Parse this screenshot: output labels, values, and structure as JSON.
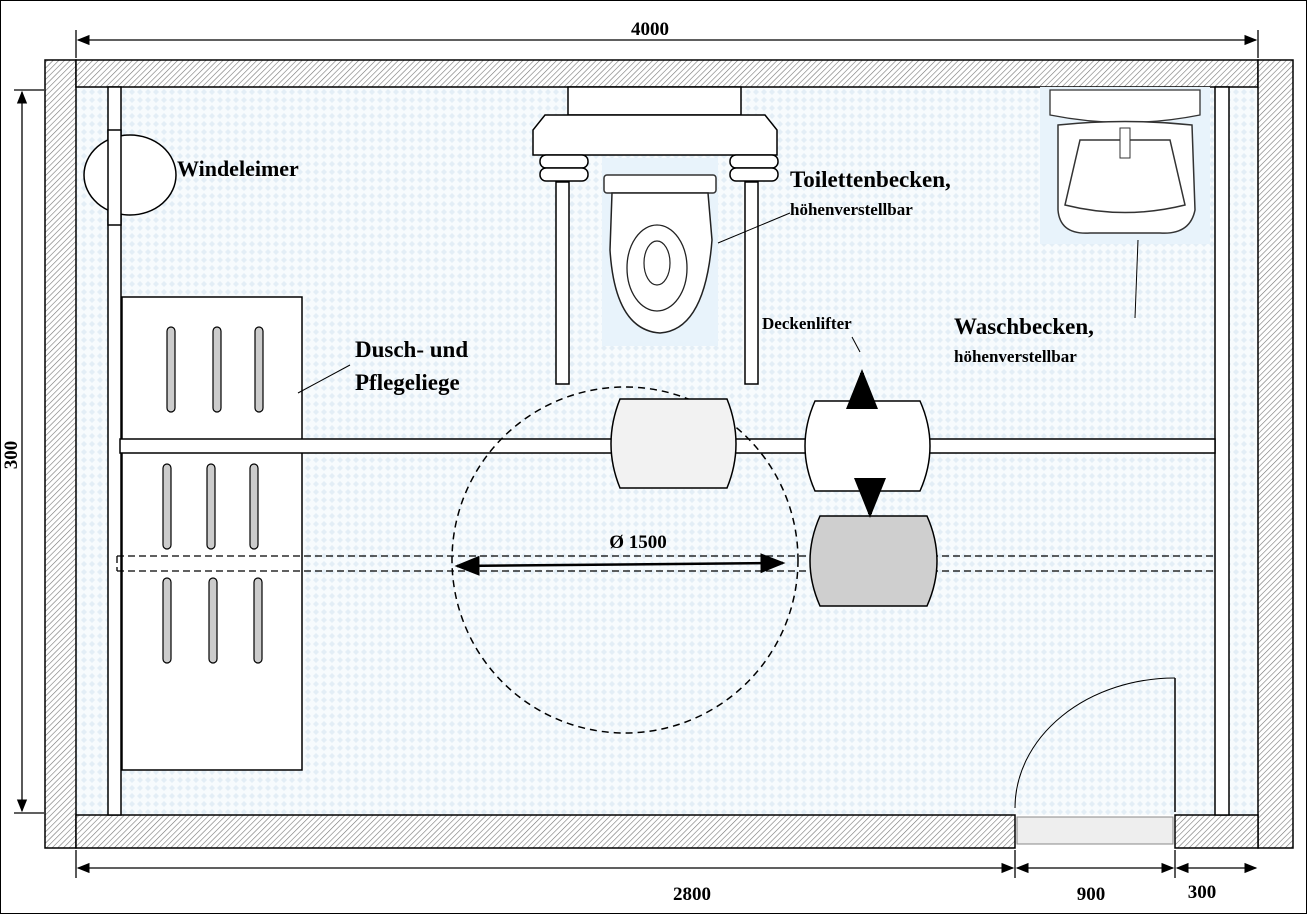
{
  "dimensions": {
    "top_width": "4000",
    "left_height": "300",
    "bottom_left": "2800",
    "bottom_door": "900",
    "bottom_right": "300",
    "turning_circle": "Ø 1500"
  },
  "labels": {
    "diaper_bin": "Windeleimer",
    "toilet_line1": "Toilettenbecken,",
    "toilet_line2": "höhenverstellbar",
    "sink_line1": "Waschbecken,",
    "sink_line2": "höhenverstellbar",
    "lifter": "Deckenlifter",
    "couch_line1": "Dusch- und",
    "couch_line2": "Pflegeliege"
  },
  "colors": {
    "floor": "#eef5fa",
    "lifter_active": "#cfcfcf",
    "lifter_idle": "#f2f2f2"
  }
}
